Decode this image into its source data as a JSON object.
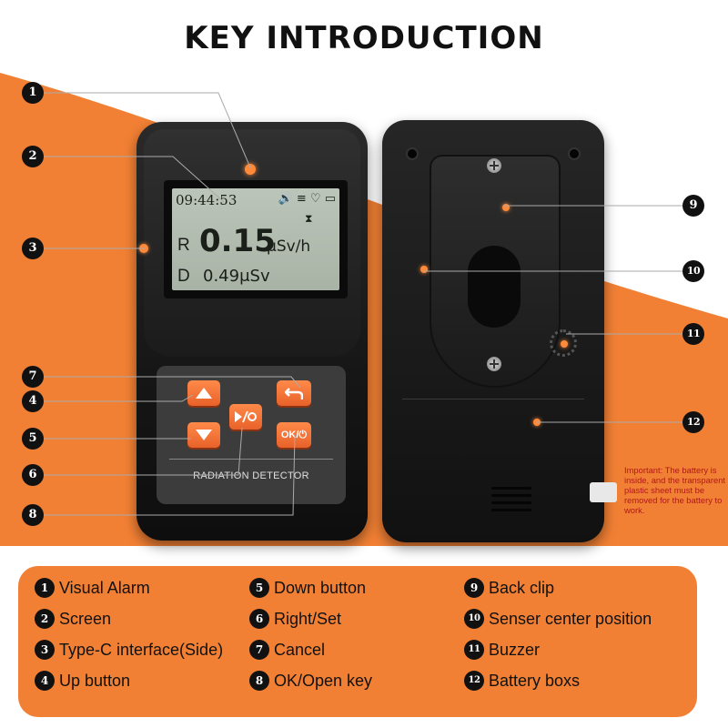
{
  "title": "KEY INTRODUCTION",
  "colors": {
    "accent": "#f28034",
    "device": "#1a1a1a",
    "note_text": "#b01818"
  },
  "lcd": {
    "time": "09:44:53",
    "status_icons": "🔊 ≡ ♡ ▭",
    "rate_prefix": "R",
    "rate_value": "0.15",
    "rate_unit": "μSv/h",
    "dose_prefix": "D",
    "dose_value": "0.49μSv"
  },
  "device": {
    "label": "RADIATION DETECTOR",
    "ok_key_label": "OK/⏻"
  },
  "note": "Important: The battery is inside, and the transparent plastic sheet must be removed for the battery to work.",
  "callouts": [
    "1",
    "2",
    "3",
    "4",
    "5",
    "6",
    "7",
    "8",
    "9",
    "10",
    "11",
    "12"
  ],
  "legend": [
    {
      "num": "1",
      "label": "Visual Alarm"
    },
    {
      "num": "2",
      "label": "Screen"
    },
    {
      "num": "3",
      "label": "Type-C interface(Side)"
    },
    {
      "num": "4",
      "label": "Up button"
    },
    {
      "num": "5",
      "label": "Down button"
    },
    {
      "num": "6",
      "label": "Right/Set"
    },
    {
      "num": "7",
      "label": "Cancel"
    },
    {
      "num": "8",
      "label": "OK/Open key"
    },
    {
      "num": "9",
      "label": "Back clip"
    },
    {
      "num": "10",
      "label": "Senser center position"
    },
    {
      "num": "11",
      "label": "Buzzer"
    },
    {
      "num": "12",
      "label": "Battery boxs"
    }
  ]
}
